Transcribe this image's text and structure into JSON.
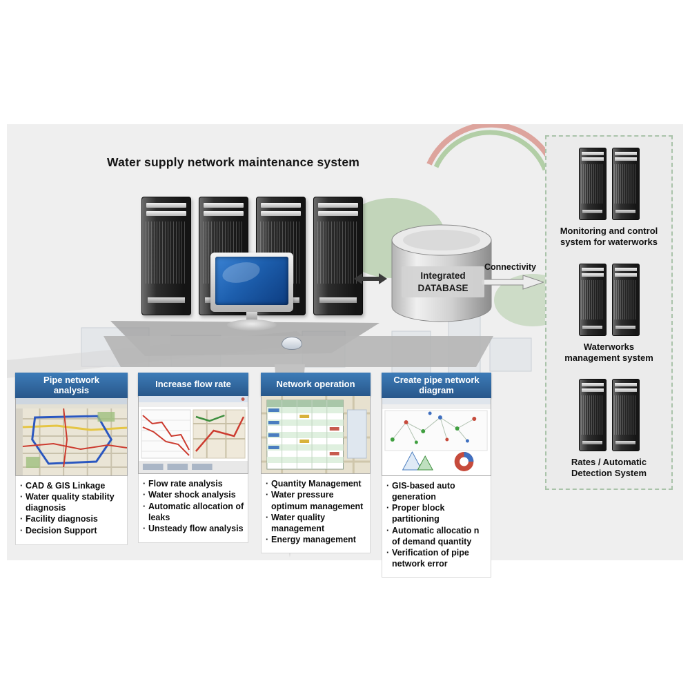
{
  "title": "Water supply network maintenance system",
  "database": {
    "line1": "Integrated",
    "line2": "DATABASE"
  },
  "connectivity": {
    "label": "Connectivity"
  },
  "external_systems": {
    "items": [
      {
        "label": "Monitoring and control system for waterworks"
      },
      {
        "label": "Waterworks management system"
      },
      {
        "label": "Rates / Automatic Detection System"
      }
    ]
  },
  "panels": [
    {
      "title": "Pipe network analysis",
      "items": [
        "CAD & GIS Linkage",
        "Water quality stability diagnosis",
        "Facility diagnosis",
        "Decision Support"
      ]
    },
    {
      "title": "Increase flow rate",
      "items": [
        "Flow rate analysis",
        "Water shock analysis",
        "Automatic allocation of leaks",
        "Unsteady flow analysis"
      ]
    },
    {
      "title": "Network operation",
      "items": [
        "Quantity Management",
        "Water pressure optimum management",
        "Water quality management",
        "Energy management"
      ]
    },
    {
      "title": "Create pipe network diagram",
      "items": [
        "GIS-based auto generation",
        "Proper block partitioning",
        "Automatic allocatio n of demand quantity",
        "Verification of pipe network error"
      ]
    }
  ],
  "colors": {
    "panel_header_blue": "#2e6da4",
    "dashed_border_green": "#a9c3a9",
    "screen_blue": "#1d5fae",
    "backdrop_gray": "#efefef",
    "server_dark": "#1a1a1a"
  }
}
